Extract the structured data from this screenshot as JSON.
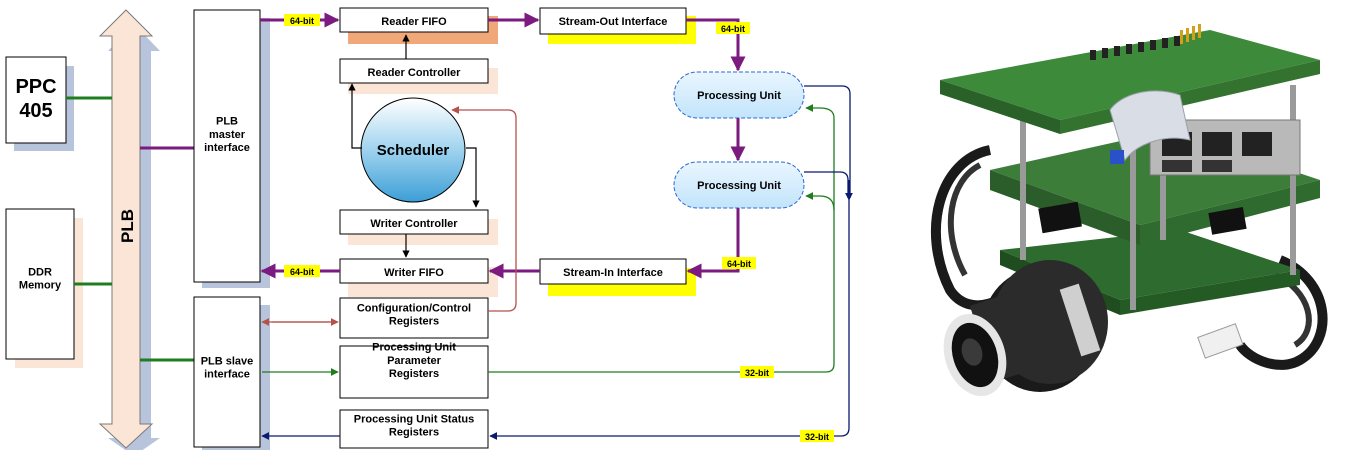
{
  "blocks": {
    "ppc": "PPC\n405",
    "ddr": "DDR\nMemory",
    "plb": "PLB",
    "plb_master": "PLB\nmaster\ninterface",
    "plb_slave": "PLB slave\ninterface",
    "reader_fifo": "Reader FIFO",
    "reader_controller": "Reader Controller",
    "scheduler": "Scheduler",
    "writer_controller": "Writer Controller",
    "writer_fifo": "Writer FIFO",
    "config_regs": "Configuration/Control\nRegisters",
    "pu_param_regs": "Processing Unit\nParameter\nRegisters",
    "pu_status_regs": "Processing Unit Status\nRegisters",
    "stream_out": "Stream-Out Interface",
    "stream_in": "Stream-In Interface",
    "pu1": "Processing Unit",
    "pu2": "Processing Unit"
  },
  "bus_labels": {
    "bit64_reader": "64-bit",
    "bit64_stream_out": "64-bit",
    "bit64_writer": "64-bit",
    "bit64_stream_in": "64-bit",
    "bit32_param": "32-bit",
    "bit32_status": "32-bit"
  },
  "colors": {
    "purple": "#7b1a7f",
    "green": "#1f7d1f",
    "navy": "#0b1a6e",
    "red": "#b5524a",
    "highlight": "#ffff00",
    "plb_fill": "#fbe5d6"
  },
  "photo": {
    "subject": "camera-with-stacked-circuit-boards"
  }
}
